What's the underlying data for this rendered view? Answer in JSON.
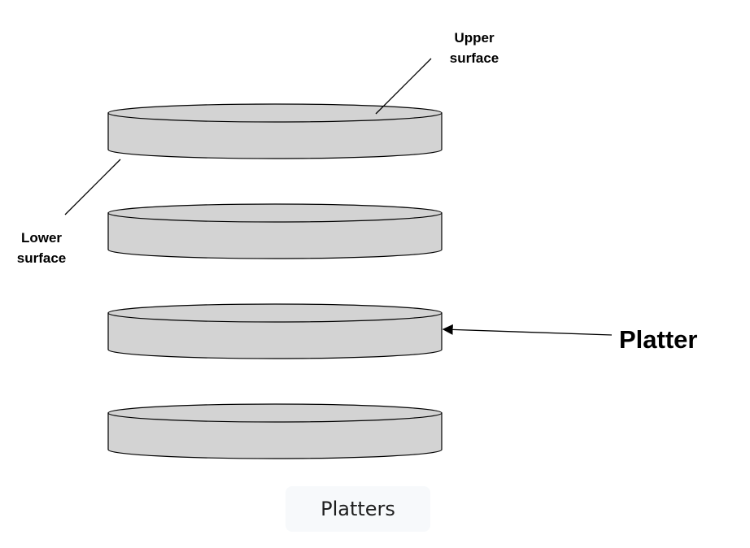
{
  "labels": {
    "upper_line1": "Upper",
    "upper_line2": "surface",
    "lower_line1": "Lower",
    "lower_line2": "surface",
    "platter": "Platter"
  },
  "caption": "Platters",
  "colors": {
    "platter_fill": "#d3d3d3",
    "platter_stroke": "#000000",
    "text": "#000000",
    "caption_bg": "#f7f9fb"
  },
  "platter_count": 4
}
